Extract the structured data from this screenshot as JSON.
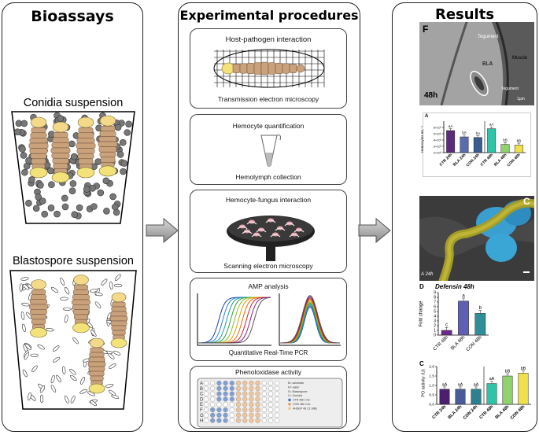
{
  "bioassays": {
    "title": "Bioassays",
    "conidia_label": "Conidia suspension",
    "blastospore_label": "Blastospore suspension"
  },
  "procedures": {
    "title": "Experimental procedures",
    "steps": [
      {
        "top": "Host-pathogen interaction",
        "bottom": "Transmission electron microscopy"
      },
      {
        "top": "Hemocyte quantification",
        "bottom": "Hemolymph collection"
      },
      {
        "top": "Hemocyte-fungus interaction",
        "bottom": "Scanning electron microscopy"
      },
      {
        "top": "AMP analysis",
        "bottom": "Quantitative Real-Time PCR"
      },
      {
        "top": "Phenoloxidase activity",
        "bottom": ""
      }
    ],
    "plate_legend": [
      "B= substrate",
      "N= water",
      "S= Blastospore",
      "C= Conidia",
      "CTR 48h C4c",
      "CON 48h C4c",
      "AHSEP 48 C1 MBs"
    ],
    "plate_rows": [
      "A",
      "B",
      "C",
      "D",
      "E",
      "F",
      "G",
      "H"
    ]
  },
  "results": {
    "title": "Results",
    "tem": {
      "panel": "F",
      "labels": [
        "Tegument",
        "BLA",
        "Muscle",
        "Tegument"
      ],
      "time": "48h",
      "scale": "1μm"
    },
    "hemocyte_chart": {
      "panel": "A",
      "ylabel": "Hemocytes mL⁻¹",
      "yticks": [
        "6×10⁶",
        "5×10⁶",
        "4×10⁶",
        "3×10⁶",
        "2×10⁶"
      ]
    },
    "sem": {
      "panel": "C",
      "time": "A 24h"
    },
    "defensin_chart": {
      "panel": "D",
      "title": "Defensin 48h",
      "ylabel": "Fold change"
    },
    "po_chart": {
      "panel": "C",
      "ylabel": "PO activity (U)"
    }
  },
  "chart_data": [
    {
      "type": "bar",
      "title": "",
      "categories": [
        "CTR 24h",
        "BLA 24h",
        "CON 24h",
        "CTR 48h",
        "BLA 48h",
        "CON 48h"
      ],
      "values": [
        5.5,
        4.5,
        4.4,
        5.8,
        3.3,
        3.2
      ],
      "labels": [
        "aA",
        "bA",
        "bA",
        "aA",
        "bB",
        "bB"
      ],
      "colors": [
        "#5c2a7a",
        "#5a6bb0",
        "#3b5c8f",
        "#2ec4a8",
        "#8ed36b",
        "#f0e14a"
      ],
      "ylim": [
        2,
        7
      ]
    },
    {
      "type": "bar",
      "title": "Defensin 48h",
      "ylabel": "Fold change",
      "categories": [
        "CTR 48h",
        "BLA 48h",
        "CON 48h"
      ],
      "values": [
        1.0,
        7.2,
        4.6
      ],
      "labels": [
        "c",
        "a",
        "b"
      ],
      "colors": [
        "#6b2a8c",
        "#5e5fb5",
        "#2e8f9a"
      ],
      "ylim": [
        0,
        9
      ]
    },
    {
      "type": "bar",
      "ylabel": "PO activity (U)",
      "categories": [
        "CTR 24h",
        "BLA 24h",
        "CON 24h",
        "CTR 48h",
        "BLA 48h",
        "CON 48h"
      ],
      "values": [
        0.8,
        0.8,
        0.8,
        1.1,
        1.5,
        1.65
      ],
      "labels": [
        "aA",
        "aA",
        "aA",
        "aA",
        "bB",
        "bB"
      ],
      "colors": [
        "#4a1f6b",
        "#4a5b9a",
        "#2e7f8f",
        "#2ec4a8",
        "#8ed36b",
        "#f0e14a"
      ],
      "ylim": [
        0,
        2.0
      ]
    }
  ]
}
